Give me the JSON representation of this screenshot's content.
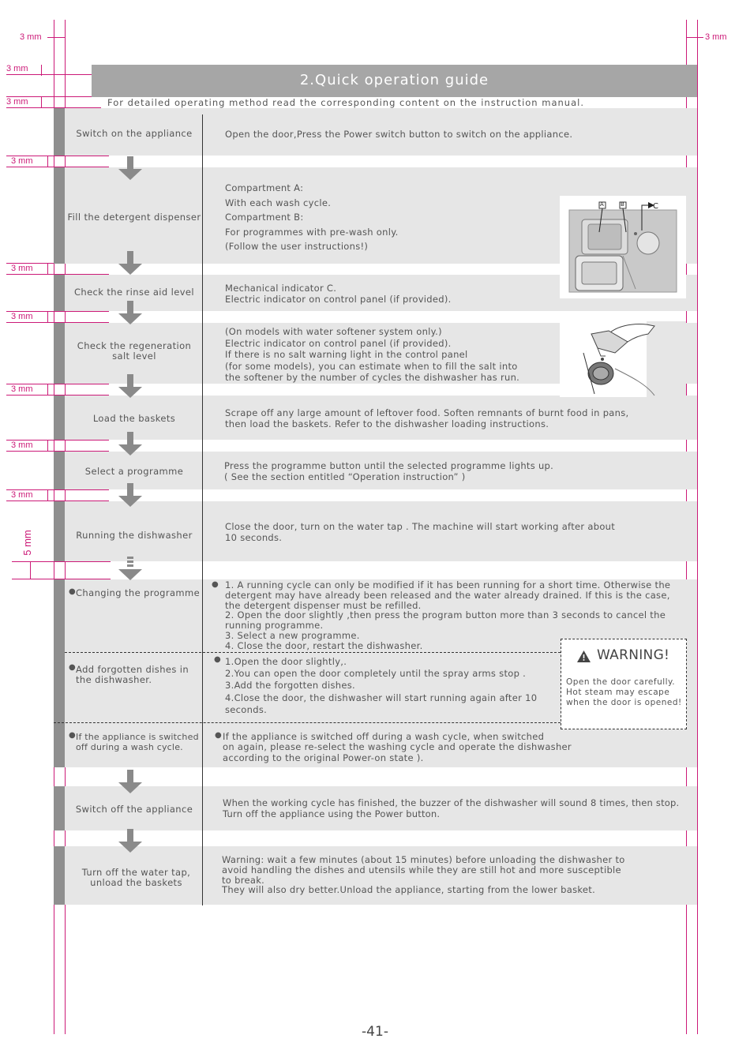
{
  "header": {
    "title": "2.Quick operation guide",
    "subtitle": "For detailed operating method read the corresponding content on the instruction manual."
  },
  "margin_marks": [
    "3 mm",
    "3 mm",
    "3 mm",
    "3 mm",
    "3 mm",
    "3 mm",
    "3 mm",
    "3 mm",
    "3 mm",
    "3 mm",
    "5 mm"
  ],
  "steps": [
    {
      "label": "Switch on the appliance",
      "desc": "Open the door,Press the Power switch button to switch on the appliance."
    },
    {
      "label": "Fill the detergent dispenser",
      "desc": "Compartment    A:\nWith each wash cycle.\nCompartment    B:\nFor programmes with pre-wash only.\n(Follow the user instructions!)"
    },
    {
      "label": "Check the rinse aid level",
      "desc": "Mechanical indicator  C.\nElectric indicator on control panel (if provided)."
    },
    {
      "label": "Check the regeneration salt level",
      "desc": "(On models with water softener system only.)\nElectric indicator on control panel (if provided).\nIf there is no salt warning light in the control panel\n(for some models), you can estimate when to fill the salt into\nthe softener by the number of cycles the dishwasher has run."
    },
    {
      "label": "Load the baskets",
      "desc": "Scrape off any large amount of leftover food. Soften remnants of burnt food in pans,\nthen load the baskets. Refer to the dishwasher loading instructions."
    },
    {
      "label": "Select a programme",
      "desc": "Press the programme button until  the selected programme lights up.\n( See the  section entitled “Operation instruction” )"
    },
    {
      "label": "Running the dishwasher",
      "desc": "Close the door, turn on the water tap  . The machine will start working after about\n10 seconds."
    },
    {
      "label": "Changing the programme",
      "desc": "1. A running cycle can only be modified if it has been running for a short time. Otherwise the\ndetergent may have already been released and the water already drained. If this is the case,\nthe detergent dispenser must be refilled.\n2. Open the door slightly ,then press the program button  more than 3 seconds to cancel the\nrunning programme.\n3. Select a new programme.\n4. Close the door, restart the dishwasher."
    },
    {
      "label": "Add forgotten dishes in the dishwasher.",
      "desc": "1.Open the door slightly,.\n2.You can open the door completely until the spray arms stop .\n3.Add the forgotten dishes.\n4.Close the door, the dishwasher will start running again  after  10\nseconds."
    },
    {
      "label": "If the appliance is switched off during a wash cycle.",
      "desc": "If the appliance is switched off during a wash cycle, when switched\non again, please re-select the washing cycle and operate the dishwasher\naccording to the original Power-on state )."
    },
    {
      "label": "Switch off the appliance",
      "desc": "When the working cycle has finished, the buzzer of  the dishwasher will sound 8 times, then stop.\nTurn off the appliance using the Power button."
    },
    {
      "label": "Turn off the water tap, unload the baskets",
      "desc": "Warning: wait a few minutes (about 15 minutes) before unloading the dishwasher to\navoid handling the dishes and utensils while they are still hot and more susceptible\nto break.\nThey will also dry better.Unload the appliance, starting from the lower basket."
    }
  ],
  "dispenser_labels": {
    "a": "A",
    "b": "B",
    "c": "C"
  },
  "warning": {
    "title": "WARNING!",
    "text": "Open the door carefully.\nHot steam may escape\nwhen the door is opened!"
  },
  "page_number": "-41-",
  "colors": {
    "crop_marks": "#cc1a78",
    "header_band": "#a6a6a6",
    "step_band": "#e6e6e6",
    "sidebar": "#8f8f8f",
    "arrow": "#8a8a8a"
  }
}
